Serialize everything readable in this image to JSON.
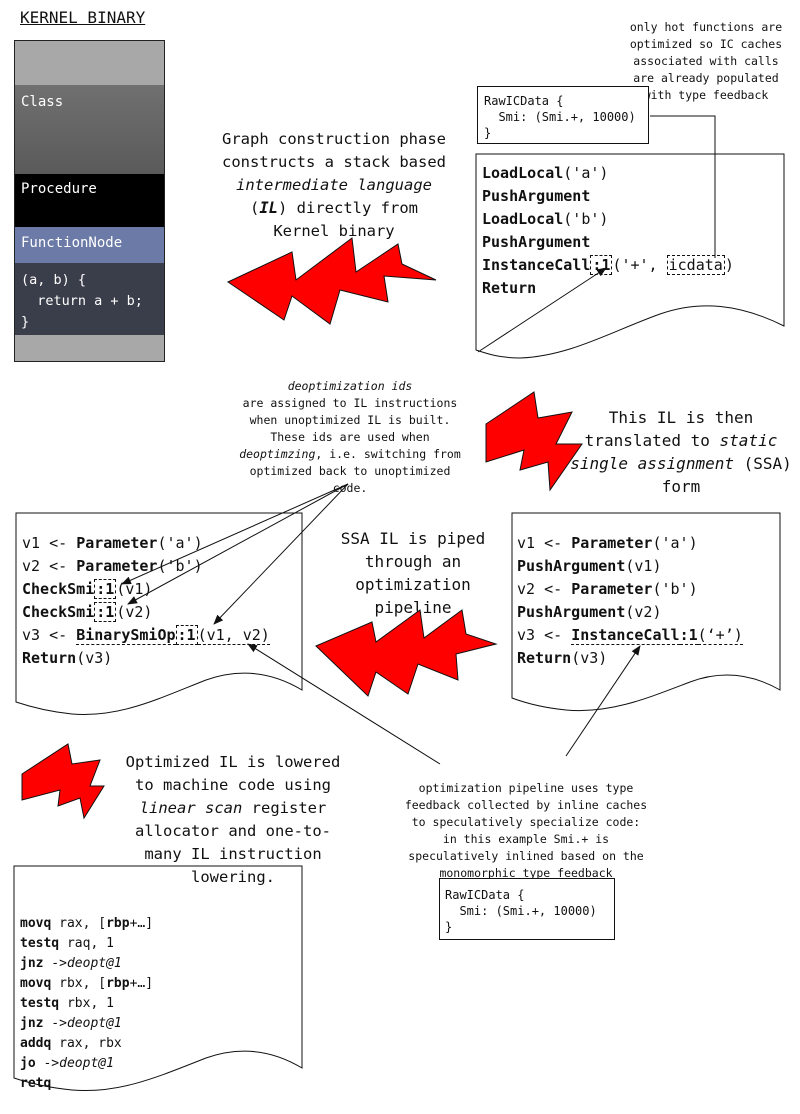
{
  "kernel": {
    "title": "KERNEL BINARY",
    "class_label": "Class",
    "procedure_label": "Procedure",
    "function_node_label": "FunctionNode",
    "source_lines": [
      "(a, b) {",
      "  return a + b;",
      "}"
    ]
  },
  "captions": {
    "graph_construction": [
      "Graph construction phase",
      "constructs a stack based",
      "intermediate language",
      "(IL) directly from",
      "Kernel binary"
    ],
    "ssa_translate": [
      "This IL is then",
      "translated to static",
      "single assignment (SSA)",
      "form"
    ],
    "pipeline": [
      "SSA IL is piped",
      "through an",
      "optimization",
      "pipeline"
    ],
    "lowered": [
      "Optimized IL is lowered",
      "to machine code using",
      "linear scan register",
      "allocator and one-to-",
      "many IL instruction",
      "lowering."
    ]
  },
  "notes": {
    "hot_functions": [
      "only hot functions are",
      "optimized so IC caches",
      "associated with calls",
      "are already populated",
      "with type feedback"
    ],
    "deopt_ids": [
      "deoptimization ids",
      "are assigned to IL instructions",
      "when unoptimized IL is built.",
      "These ids are used when",
      "deoptimzing, i.e. switching from",
      "optimized back to unoptimized",
      "code."
    ],
    "pipeline_feedback": [
      "optimization pipeline uses type",
      "feedback collected by inline caches",
      "to speculatively specialize code:",
      "in this example Smi.+ is",
      "speculatively inlined  based on the",
      "monomorphic type feedback"
    ]
  },
  "ic_data_top": {
    "lines": [
      "RawICData {",
      "  Smi: (Smi.+, 10000)",
      "}"
    ]
  },
  "ic_data_bottom": {
    "lines": [
      "RawICData {",
      "  Smi: (Smi.+, 10000)",
      "}"
    ]
  },
  "stack_il": {
    "l1_op": "LoadLocal",
    "l1_arg": "('a')",
    "l2_op": "PushArgument",
    "l3_op": "LoadLocal",
    "l3_arg": "('b')",
    "l4_op": "PushArgument",
    "l5_op": "InstanceCall",
    "l5_id": ":1",
    "l5_arg": "('+', ",
    "l5_ic": "icdata",
    "l5_close": ")",
    "l6_op": "Return"
  },
  "ssa_unopt": {
    "l1_pre": "v1 <- ",
    "l1_op": "Parameter",
    "l1_arg": "('a')",
    "l2_op": "PushArgument",
    "l2_arg": "(v1)",
    "l3_pre": "v2 <- ",
    "l3_op": "Parameter",
    "l3_arg": "('b')",
    "l4_op": "PushArgument",
    "l4_arg": "(v2)",
    "l5_pre": "v3 <- ",
    "l5_op": "InstanceCall",
    "l5_id": ":1",
    "l5_arg": "(‘+’)",
    "l6_op": "Return",
    "l6_arg": "(v3)"
  },
  "ssa_opt": {
    "l1_pre": "v1 <- ",
    "l1_op": "Parameter",
    "l1_arg": "('a')",
    "l2_pre": "v2 <- ",
    "l2_op": "Parameter",
    "l2_arg": "('b')",
    "l3_op": "CheckSmi",
    "l3_id": ":1",
    "l3_arg": "(v1)",
    "l4_op": "CheckSmi",
    "l4_id": ":1",
    "l4_arg": "(v2)",
    "l5_pre": "v3 <- ",
    "l5_op": "BinarySmiOp",
    "l5_id": ":1",
    "l5_arg": "(v1, v2)",
    "l6_op": "Return",
    "l6_arg": "(v3)"
  },
  "asm": {
    "lines": [
      {
        "op": "movq",
        "pre": " rax, [",
        "reg": "rbp",
        "post": "+…]"
      },
      {
        "op": "testq",
        "pre": " raq, 1",
        "reg": "",
        "post": ""
      },
      {
        "op": "jnz",
        "pre": " ->",
        "deopt": "deopt@1"
      },
      {
        "op": "movq",
        "pre": " rbx, [",
        "reg": "rbp",
        "post": "+…]"
      },
      {
        "op": "testq",
        "pre": " rbx, 1",
        "reg": "",
        "post": ""
      },
      {
        "op": "jnz",
        "pre": " ->",
        "deopt": "deopt@1"
      },
      {
        "op": "addq",
        "pre": " rax, rbx",
        "reg": "",
        "post": ""
      },
      {
        "op": "jo",
        "pre": " ->",
        "deopt": "deopt@1"
      },
      {
        "op": "retq",
        "pre": "",
        "reg": "",
        "post": ""
      }
    ]
  },
  "colors": {
    "bolt": "#ff0000",
    "kernel_gray_light": "#a8a8a8",
    "kernel_gray_grad_top": "#7a7a7a",
    "kernel_black": "#000000",
    "kernel_blue": "#6b7aa6",
    "kernel_dark": "#3a3d4a"
  }
}
